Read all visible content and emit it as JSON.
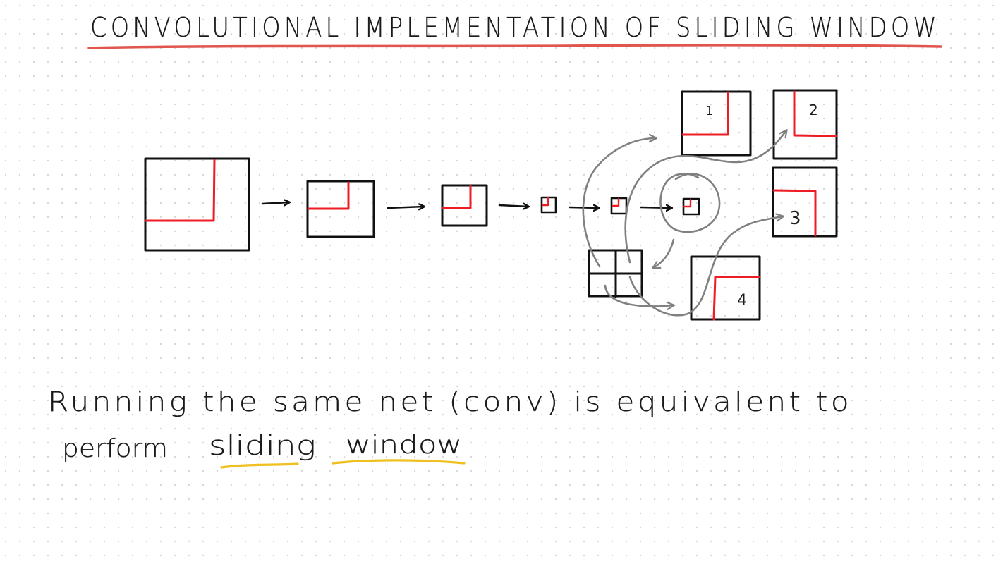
{
  "page": {
    "background": "#ffffff",
    "dot_color": "#d7d7d7"
  },
  "title": {
    "text": "CONVOLUTIONAL IMPLEMENTATION OF SLIDING WINDOW",
    "underline_color": "#e0564f"
  },
  "diagram": {
    "box_stroke": "#111111",
    "highlight_color": "#ee1c25",
    "curve_color": "#808080",
    "output_labels": [
      "1",
      "2",
      "3",
      "4"
    ]
  },
  "notes": {
    "line1": "Running the same net (conv) is equivalent to",
    "line2_prefix": "perform",
    "line2_word1": "sliding",
    "line2_word2": "window",
    "underline_color": "#f0c020"
  }
}
